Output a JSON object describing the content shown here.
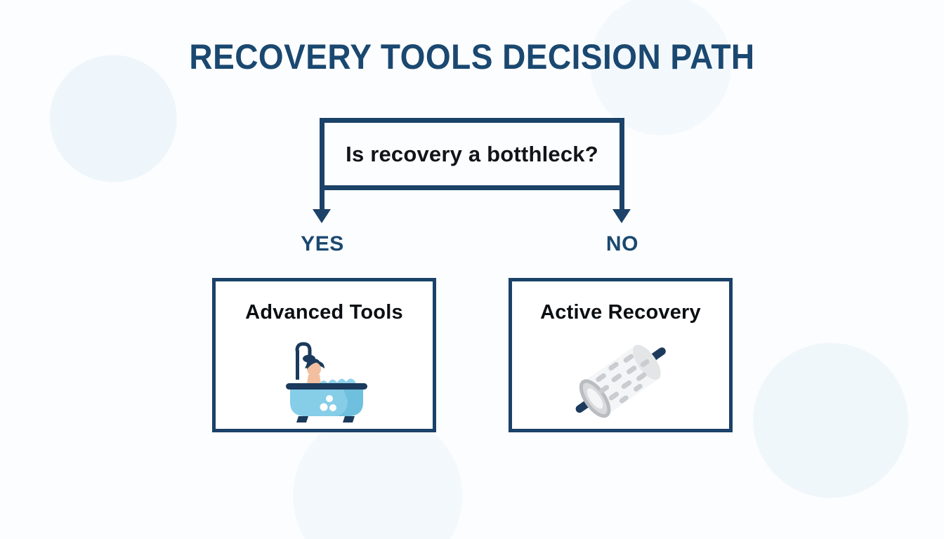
{
  "page": {
    "title": "RECOVERY TOOLS DECISION PATH",
    "background_color": "#fcfdfe",
    "accent_color": "#1b4268",
    "title_color": "#1a4870",
    "text_color": "#111418"
  },
  "flow": {
    "decision": {
      "question": "Is recovery a botthleck?"
    },
    "branches": [
      {
        "label": "YES",
        "outcome": {
          "title": "Advanced Tools",
          "icon": "bathtub-icon"
        }
      },
      {
        "label": "NO",
        "outcome": {
          "title": "Active Recovery",
          "icon": "foam-roller-icon"
        }
      }
    ]
  },
  "icons": {
    "bathtub": {
      "name": "bathtub-icon",
      "colors": {
        "tub_body": "#86cde8",
        "tub_body_shade": "#6ec0de",
        "water_foam": "#8fd3ea",
        "rim": "#1b3a5c",
        "feet": "#1b3a5c",
        "shower": "#1b3a5c",
        "hair": "#1b3a5c",
        "skin": "#f2c0a0",
        "bubbles": "#ffffff"
      }
    },
    "foam_roller": {
      "name": "foam-roller-icon",
      "colors": {
        "body": "#f4f5f6",
        "body_shade": "#e3e5e7",
        "dashes": "#c9ccd0",
        "end_ring": "#b9bcc0",
        "handle": "#1b3a5c"
      },
      "rotation_deg": -35
    }
  }
}
